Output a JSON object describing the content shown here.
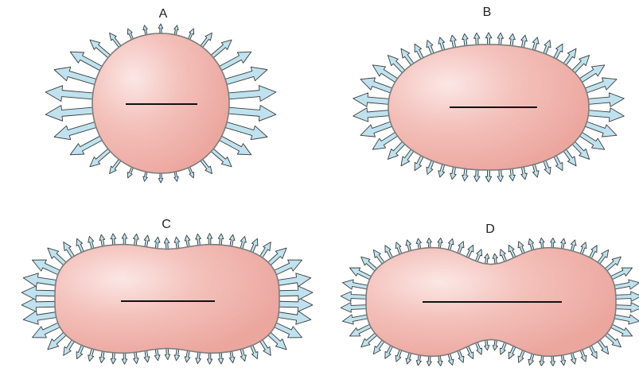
{
  "colors": {
    "cell_fill_light": "#fbe7e5",
    "cell_fill": "#f4c1bb",
    "cell_fill_dark": "#eba69e",
    "cell_outline": "#7d7d7d",
    "arrow_fill": "#bfe2ee",
    "arrow_outline": "#3d3d3d",
    "axis_line": "#111111"
  },
  "panels": [
    {
      "id": "A",
      "label": "A",
      "shape": "sphere"
    },
    {
      "id": "B",
      "label": "B",
      "shape": "ellipse"
    },
    {
      "id": "C",
      "label": "C",
      "shape": "flattened"
    },
    {
      "id": "D",
      "label": "D",
      "shape": "constricted"
    }
  ]
}
